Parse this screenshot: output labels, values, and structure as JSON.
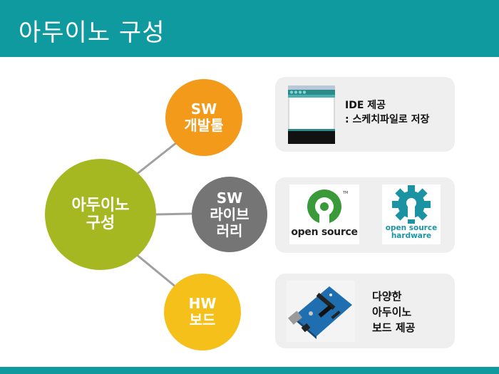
{
  "slide": {
    "title": "아두이노 구성"
  },
  "diagram": {
    "center": {
      "label_line1": "아두이노",
      "label_line2": "구성",
      "color": "#a6b821"
    },
    "nodes": [
      {
        "line1": "SW",
        "line2": "개발툴",
        "color": "#f39a1b"
      },
      {
        "line1": "SW",
        "line2": "라이브",
        "line3": "러리",
        "color": "#757575"
      },
      {
        "line1": "HW",
        "line2": "보드",
        "color": "#f6c01a"
      }
    ],
    "connector_color": "#a0a0a0"
  },
  "panels": {
    "ide": {
      "line1": "IDE 제공",
      "line2": ": 스케치파일로 저장"
    },
    "library": {
      "osi_logo_text": "open source",
      "oshw_logo_line1": "open source",
      "oshw_logo_line2": "hardware"
    },
    "board": {
      "line1": "다양한",
      "line2": "아두이노",
      "line3": "보드 제공"
    }
  },
  "theme": {
    "header_color": "#0f9aa0",
    "panel_bg": "#efefef"
  }
}
